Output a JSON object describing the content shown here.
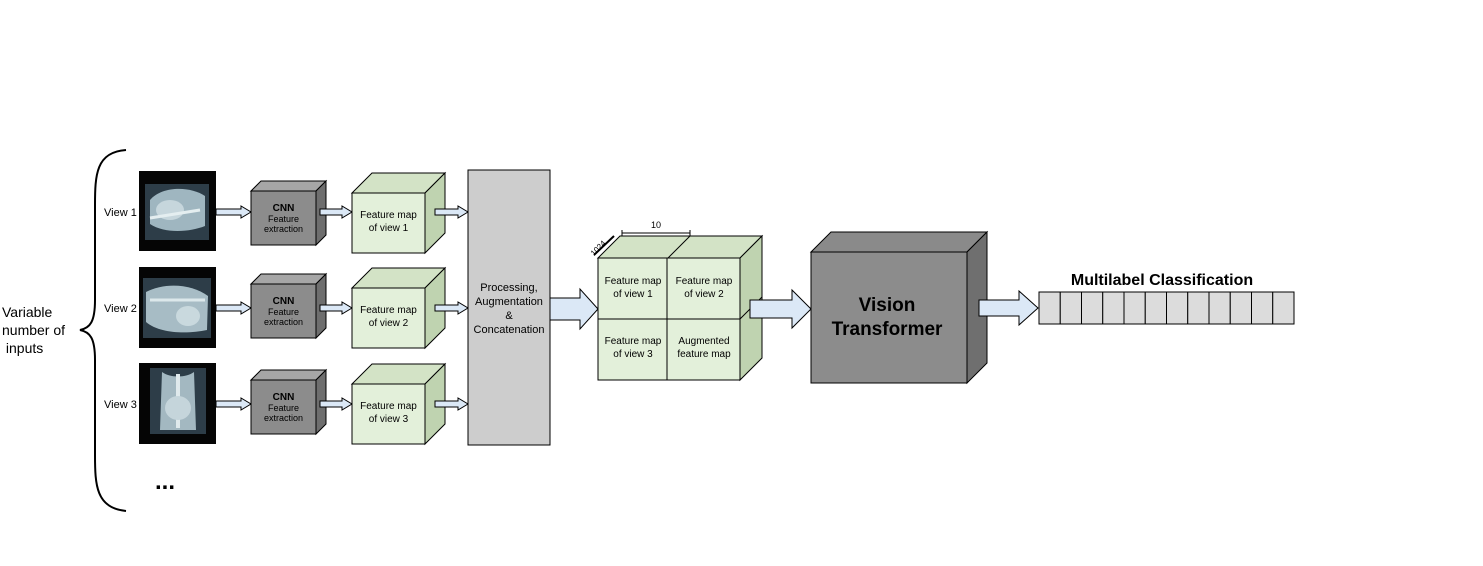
{
  "inputs_label": [
    "Variable",
    "number of",
    " inputs"
  ],
  "views": [
    {
      "label": "View 1",
      "cnn_title": "CNN",
      "cnn_sub": [
        "Feature",
        "extraction"
      ],
      "fmap": [
        "Feature map",
        "of view 1"
      ]
    },
    {
      "label": "View 2",
      "cnn_title": "CNN",
      "cnn_sub": [
        "Feature",
        "extraction"
      ],
      "fmap": [
        "Feature map",
        "of view 2"
      ]
    },
    {
      "label": "View 3",
      "cnn_title": "CNN",
      "cnn_sub": [
        "Feature",
        "extraction"
      ],
      "fmap": [
        "Feature map",
        "of view 3"
      ]
    }
  ],
  "ellipsis": "...",
  "processing": [
    "Processing,",
    "Augmentation",
    "&",
    "Concatenation"
  ],
  "grid_dims": {
    "width": "10",
    "depth": "1024"
  },
  "grid_cells": [
    [
      "Feature map",
      "of view 1"
    ],
    [
      "Feature map",
      "of view 2"
    ],
    [
      "Feature map",
      "of view 3"
    ],
    [
      "Augmented",
      "feature map"
    ]
  ],
  "vit": [
    "Vision",
    "Transformer"
  ],
  "output_title": "Multilabel Classification",
  "output_cells": 12,
  "colors": {
    "cnn_front": "#8c8c8c",
    "cnn_top": "#a6a6a6",
    "cnn_side": "#6e6e6e",
    "fmap_front": "#e3f0da",
    "fmap_top": "#d3e3c6",
    "fmap_side": "#bfd3b0",
    "processing": "#cdcdcd",
    "vit_front": "#8c8c8c",
    "vit_side": "#6f6f6f",
    "arrow_fill": "#dbe8f6",
    "output_cell": "#dcdcdc"
  }
}
